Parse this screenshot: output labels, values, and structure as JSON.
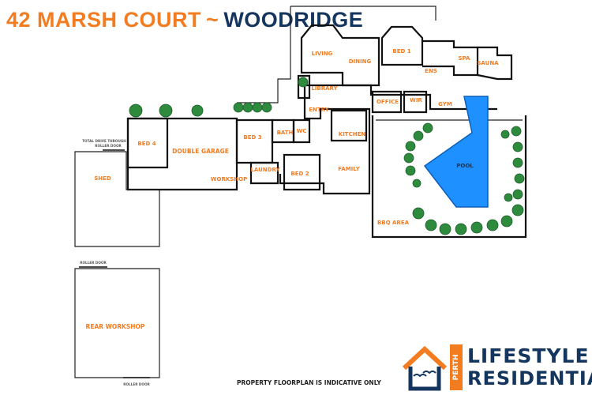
{
  "header": {
    "address": "42 MARSH COURT",
    "separator": "~",
    "suburb": "WOODRIDGE"
  },
  "rooms": {
    "living": "LIVING",
    "dining": "DINING",
    "bed1": "BED 1",
    "spa": "SPA",
    "sauna": "SAUNA",
    "ens": "ENS",
    "library": "LIBRARY",
    "entry": "ENTRY",
    "office": "OFFICE",
    "wir": "WIR",
    "gym": "GYM",
    "bed3": "BED 3",
    "bath": "BATH",
    "wc": "WC",
    "kitchen": "KITCHEN",
    "bed4": "BED 4",
    "double_garage": "DOUBLE GARAGE",
    "workshop": "WORKSHOP",
    "laundry": "LAUNDRY",
    "bed2": "BED 2",
    "family": "FAMILY",
    "pool": "POOL",
    "bbq_area": "BBQ AREA",
    "shed": "SHED",
    "rear_workshop": "REAR WORKSHOP"
  },
  "notes": {
    "drive_through": "TOTAL DRIVE THROUGH",
    "roller_door_top": "ROLLER DOOR",
    "roller_door_mid": "ROLLER DOOR",
    "roller_door_bottom": "ROLLER DOOR"
  },
  "footer": {
    "disclaimer": "PROPERTY FLOORPLAN IS INDICATIVE ONLY"
  },
  "logo": {
    "vertical": "PERTH",
    "line1": "LIFESTYLE",
    "line2": "RESIDENTIAL"
  },
  "colors": {
    "accent_orange": "#f47c20",
    "brand_navy": "#14355e",
    "pool_blue": "#1e90ff",
    "garden_green": "#2e8b3e"
  }
}
